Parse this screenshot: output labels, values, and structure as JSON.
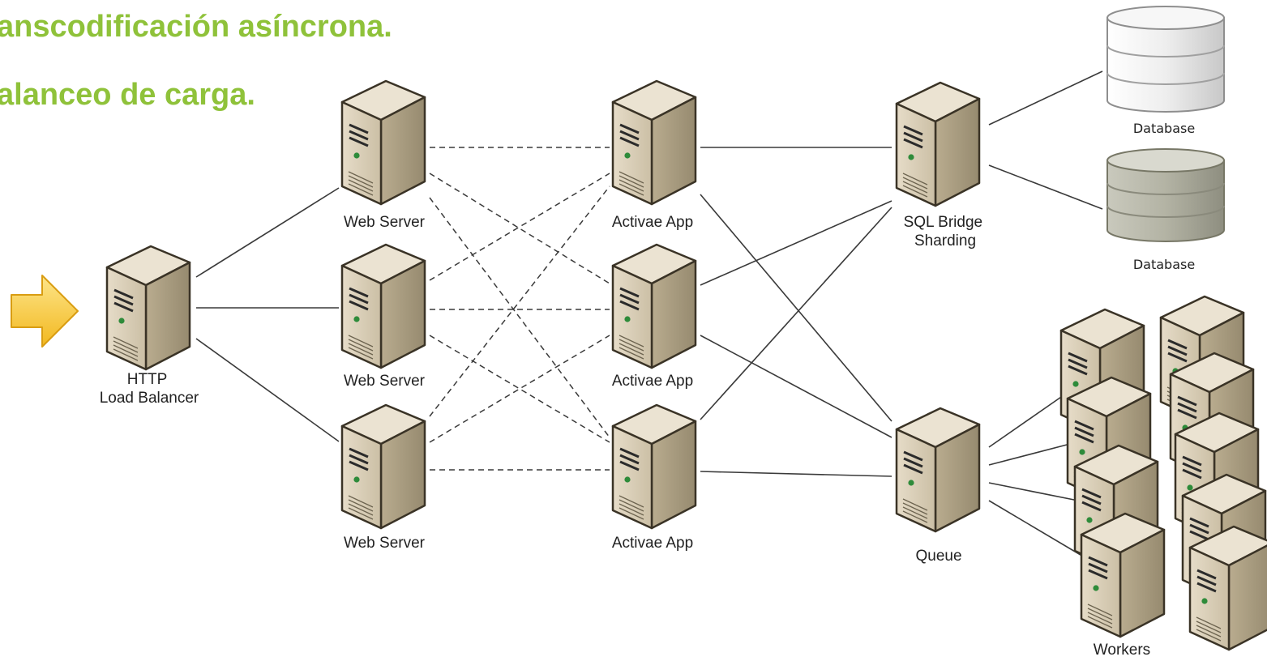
{
  "headings": {
    "line1": "anscodificación asíncrona.",
    "line2": "alanceo de carga."
  },
  "nodes": {
    "load_balancer": "HTTP\nLoad Balancer",
    "web_server_1": "Web Server",
    "web_server_2": "Web Server",
    "web_server_3": "Web Server",
    "app_1": "Activae App",
    "app_2": "Activae App",
    "app_3": "Activae App",
    "sql_bridge": "SQL Bridge\nSharding",
    "queue": "Queue",
    "database_1": "Database",
    "database_2": "Database",
    "workers": "Workers"
  },
  "colors": {
    "heading": "#8fc23a",
    "server_front": "#d8cdb8",
    "server_side": "#b3a688",
    "server_top": "#ebe3d2",
    "arrow": "#f7c92f",
    "led": "#2e8b3a"
  }
}
